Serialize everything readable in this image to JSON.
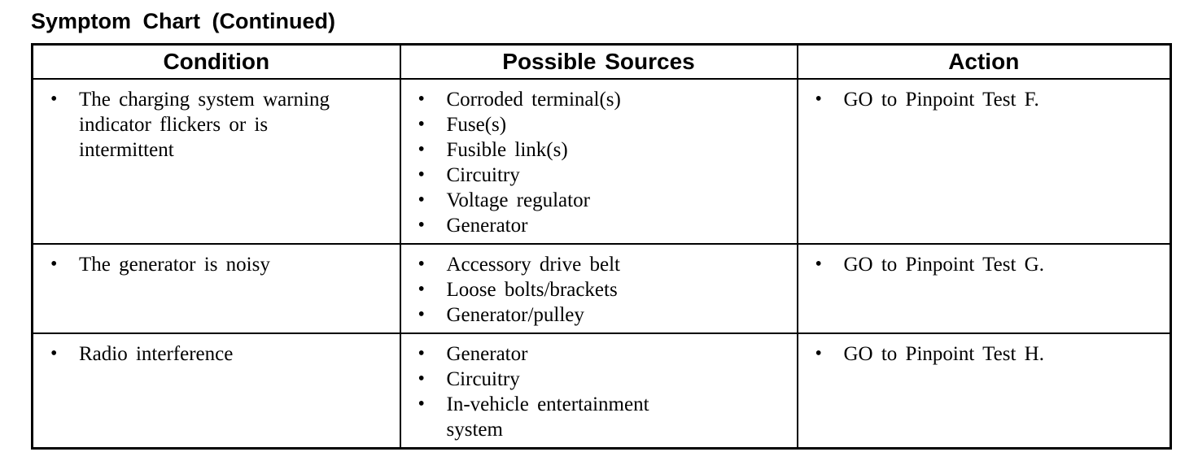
{
  "title": "Symptom Chart (Continued)",
  "icons": {
    "bullet": "•"
  },
  "colors": {
    "text": "#000000",
    "background": "#ffffff",
    "border": "#000000"
  },
  "table": {
    "headers": [
      "Condition",
      "Possible Sources",
      "Action"
    ],
    "rows": [
      {
        "condition": [
          "The charging system warning\nindicator flickers or is\nintermittent"
        ],
        "sources": [
          "Corroded terminal(s)",
          "Fuse(s)",
          "Fusible link(s)",
          "Circuitry",
          "Voltage regulator",
          "Generator"
        ],
        "action": [
          "GO to Pinpoint Test F."
        ]
      },
      {
        "condition": [
          "The generator is noisy"
        ],
        "sources": [
          "Accessory drive belt",
          "Loose bolts/brackets",
          "Generator/pulley"
        ],
        "action": [
          "GO to Pinpoint Test G."
        ]
      },
      {
        "condition": [
          "Radio interference"
        ],
        "sources": [
          "Generator",
          "Circuitry",
          "In-vehicle entertainment\nsystem"
        ],
        "action": [
          "GO to Pinpoint Test H."
        ]
      }
    ]
  }
}
